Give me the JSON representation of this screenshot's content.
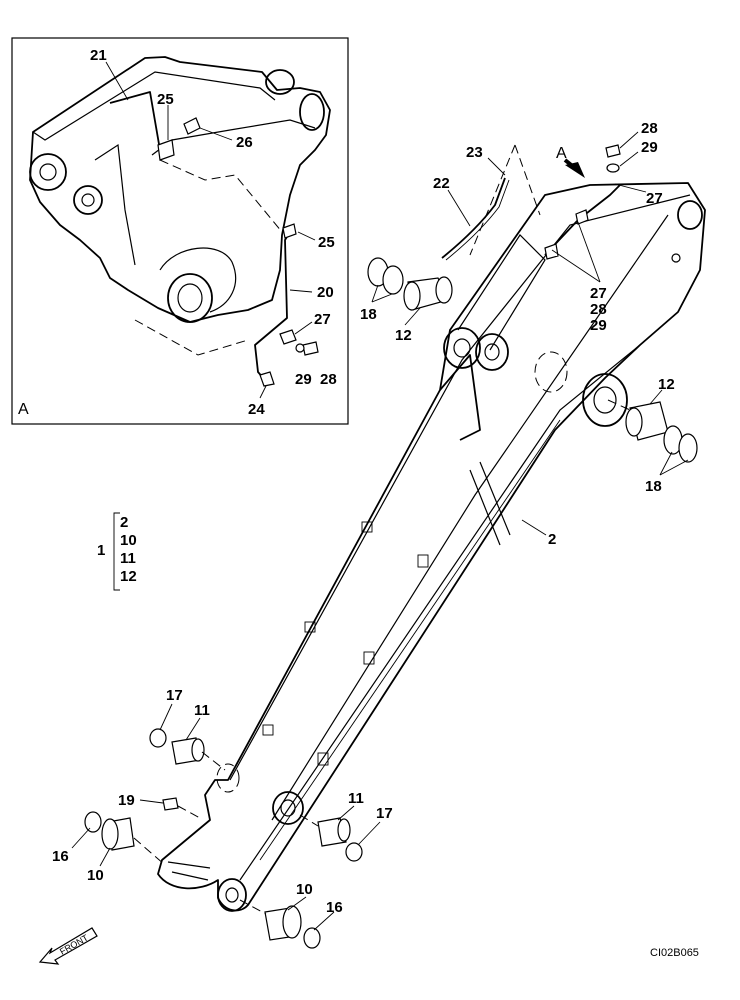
{
  "inset_label": "A",
  "view_arrow_label": "A",
  "figure_code": "CI02B065",
  "front_label": "FRONT",
  "assembly": {
    "number": "1",
    "items": [
      "2",
      "10",
      "11",
      "12"
    ]
  },
  "callouts": {
    "c21": "21",
    "c25a": "25",
    "c26": "26",
    "c25b": "25",
    "c20": "20",
    "c27a": "27",
    "c29a": "29",
    "c28a": "28",
    "c24": "24",
    "c23": "23",
    "c22": "22",
    "c28b": "28",
    "c29b": "29",
    "c27b": "27",
    "c27c": "27",
    "c28c": "28",
    "c29c": "29",
    "c18a": "18",
    "c12a": "12",
    "c12b": "12",
    "c18b": "18",
    "c2": "2",
    "c17a": "17",
    "c11a": "11",
    "c19": "19",
    "c16a": "16",
    "c10a": "10",
    "c11b": "11",
    "c17b": "17",
    "c10b": "10",
    "c16b": "16"
  }
}
